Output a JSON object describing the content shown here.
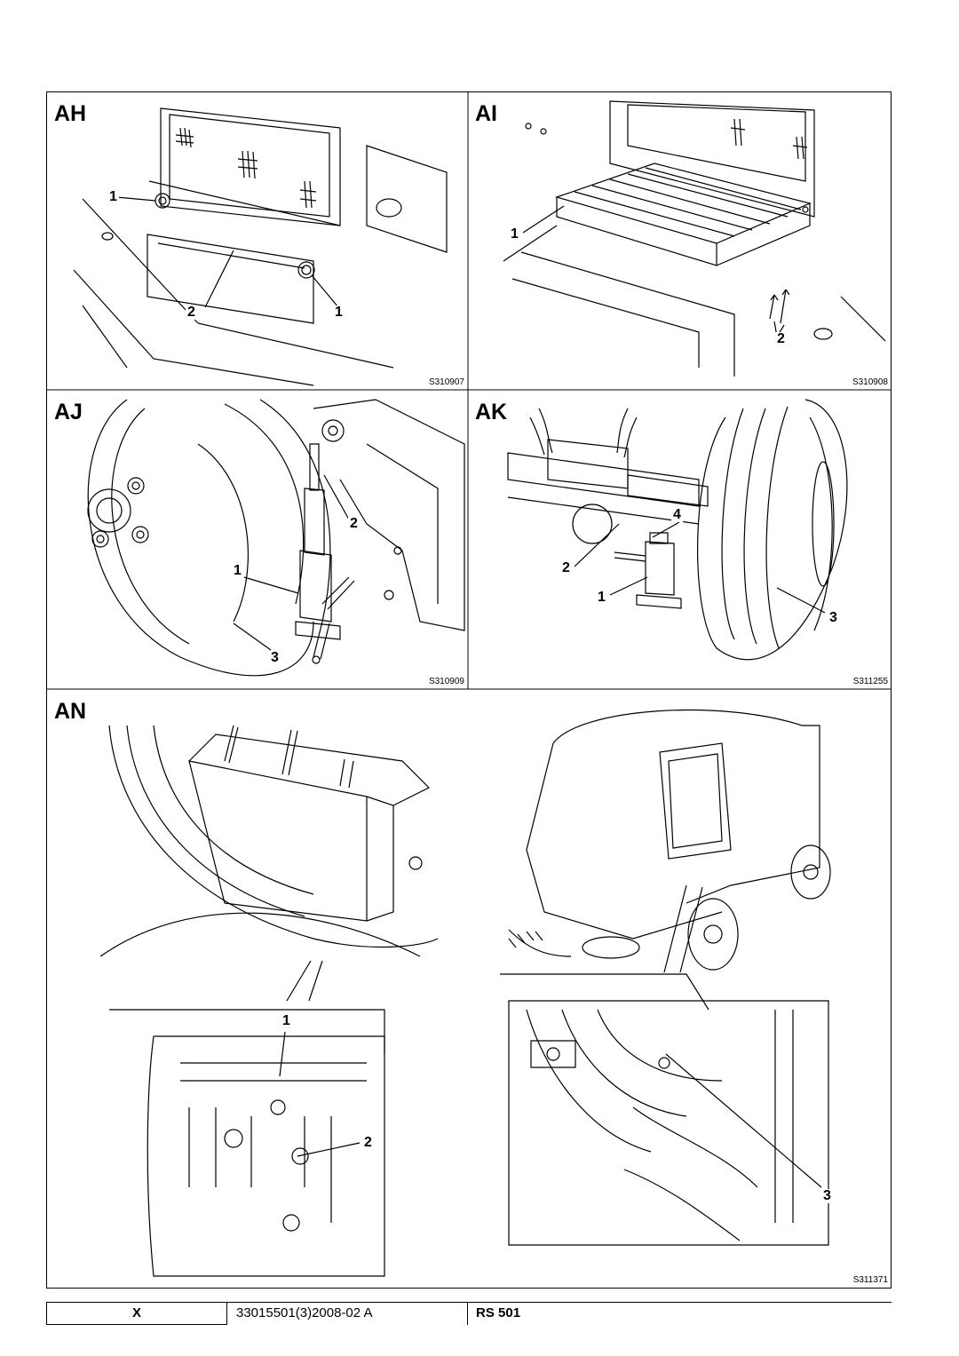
{
  "panels": {
    "ah": {
      "title": "AH",
      "figure_code": "S310907",
      "callouts": [
        "1",
        "2",
        "1"
      ]
    },
    "ai": {
      "title": "AI",
      "figure_code": "S310908",
      "callouts": [
        "1",
        "2"
      ]
    },
    "aj": {
      "title": "AJ",
      "figure_code": "S310909",
      "callouts": [
        "2",
        "1",
        "3"
      ]
    },
    "ak": {
      "title": "AK",
      "figure_code": "S311255",
      "callouts": [
        "4",
        "2",
        "1",
        "3"
      ]
    },
    "an": {
      "title": "AN",
      "figure_code": "S311371",
      "callouts": [
        "1",
        "2",
        "3"
      ]
    }
  },
  "footer": {
    "section": "X",
    "doc_number": "33015501(3)2008-02 A",
    "model": "RS 501"
  },
  "icons": [
    "arrow-icon"
  ],
  "colors": {
    "ink": "#000000",
    "paper": "#ffffff"
  }
}
